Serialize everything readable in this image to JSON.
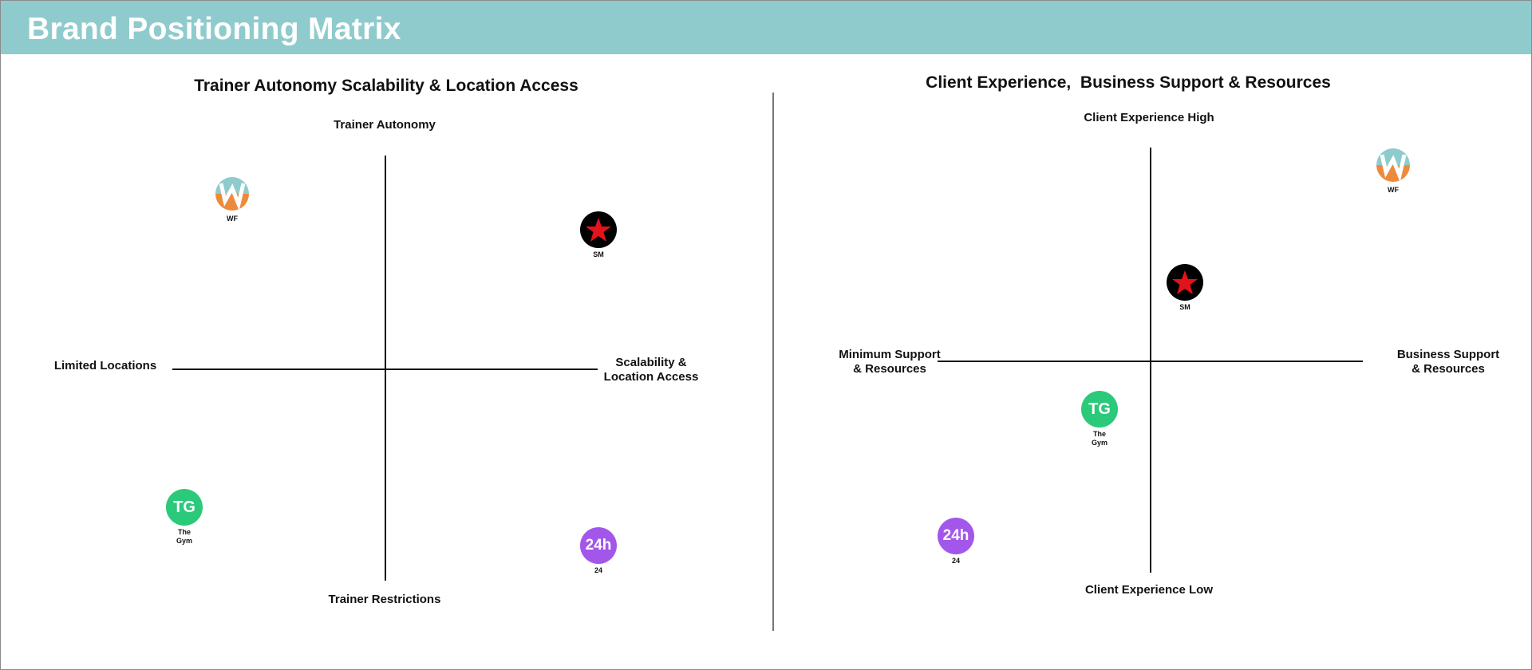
{
  "header": {
    "title": "Brand Positioning Matrix"
  },
  "colors": {
    "header_bg": "#8fcbcd",
    "tg": "#2bc97a",
    "h24": "#a257ea",
    "sm_bg": "#000000",
    "sm_star": "#e3131b",
    "wf_orange": "#ee8a3c",
    "wf_teal": "#8fcbcd"
  },
  "left_panel": {
    "title": "Trainer Autonomy Scalability & Location Access",
    "axis_top": "Trainer Autonomy",
    "axis_bottom": "Trainer Restrictions",
    "axis_left": "Limited Locations",
    "axis_right": "Scalability &\nLocation Access",
    "brands": [
      {
        "id": "wf",
        "label": "WF",
        "icon": "wf-logo-icon"
      },
      {
        "id": "sm",
        "label": "SM",
        "icon": "star-icon"
      },
      {
        "id": "tg",
        "badge": "TG",
        "label": "The\nGym"
      },
      {
        "id": "h24",
        "badge": "24h",
        "label": "24"
      }
    ]
  },
  "right_panel": {
    "title": "Client Experience,  Business Support & Resources",
    "axis_top": "Client Experience High",
    "axis_bottom": "Client Experience Low",
    "axis_left": "Minimum Support\n& Resources",
    "axis_right": "Business Support\n& Resources",
    "brands": [
      {
        "id": "wf",
        "label": "WF",
        "icon": "wf-logo-icon"
      },
      {
        "id": "sm",
        "label": "SM",
        "icon": "star-icon"
      },
      {
        "id": "tg",
        "badge": "TG",
        "label": "The\nGym"
      },
      {
        "id": "h24",
        "badge": "24h",
        "label": "24"
      }
    ]
  }
}
